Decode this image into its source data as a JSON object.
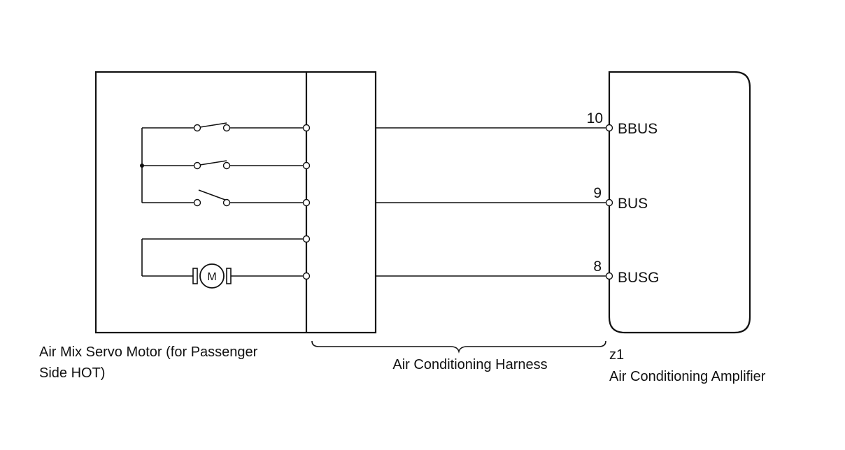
{
  "motor_assembly": {
    "caption_line1": "Air Mix Servo Motor (for Passenger",
    "caption_line2": "Side HOT)",
    "motor_symbol": "M"
  },
  "harness": {
    "label": "Air Conditioning Harness"
  },
  "amplifier": {
    "connector_code": "z1",
    "label": "Air Conditioning Amplifier"
  },
  "pins": [
    {
      "number": "10",
      "name": "BBUS"
    },
    {
      "number": "9",
      "name": "BUS"
    },
    {
      "number": "8",
      "name": "BUSG"
    }
  ],
  "icons": [
    "switch-icon",
    "motor-icon",
    "terminal-icon",
    "brace-icon"
  ]
}
